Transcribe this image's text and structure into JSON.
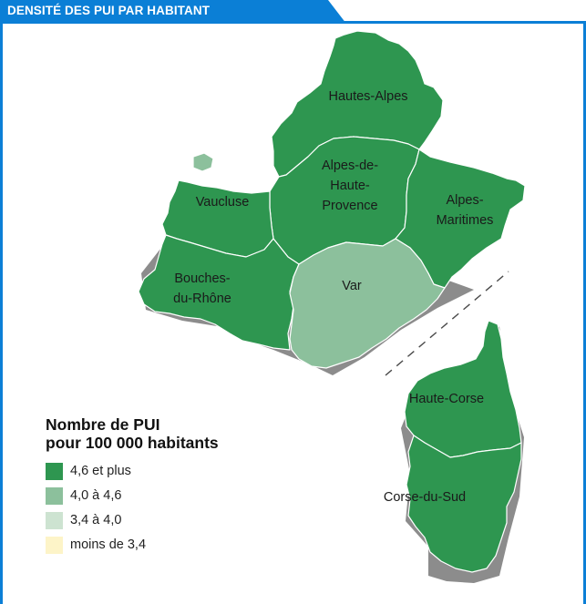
{
  "header": {
    "title": "DENSITÉ DES PUI PAR HABITANT"
  },
  "legend": {
    "title_line1": "Nombre de PUI",
    "title_line2": "pour 100 000 habitants",
    "items": [
      {
        "label": "4,6 et plus",
        "color": "#2e9650"
      },
      {
        "label": "4,0 à 4,6",
        "color": "#8cc09c"
      },
      {
        "label": "3,4 à 4,0",
        "color": "#cde3d1"
      },
      {
        "label": "moins de 3,4",
        "color": "#fdf4c8"
      }
    ]
  },
  "regions": [
    {
      "name": "Hautes-Alpes",
      "class": "4,6 et plus",
      "color": "#2e9650"
    },
    {
      "name": "Alpes-de-Haute-Provence",
      "label_lines": [
        "Alpes-de-",
        "Haute-",
        "Provence"
      ],
      "class": "4,6 et plus",
      "color": "#2e9650"
    },
    {
      "name": "Vaucluse",
      "class": "4,6 et plus",
      "color": "#2e9650"
    },
    {
      "name": "Alpes-Maritimes",
      "label_lines": [
        "Alpes-",
        "Maritimes"
      ],
      "class": "4,6 et plus",
      "color": "#2e9650"
    },
    {
      "name": "Bouches-du-Rhône",
      "label_lines": [
        "Bouches-",
        "du-Rhône"
      ],
      "class": "4,6 et plus",
      "color": "#2e9650"
    },
    {
      "name": "Var",
      "class": "4,0 à 4,6",
      "color": "#8cc09c"
    },
    {
      "name": "Haute-Corse",
      "class": "4,6 et plus",
      "color": "#2e9650"
    },
    {
      "name": "Corse-du-Sud",
      "class": "4,6 et plus",
      "color": "#2e9650"
    }
  ],
  "colors": {
    "header": "#0b7fd6",
    "enclave": "#8cc09c"
  }
}
